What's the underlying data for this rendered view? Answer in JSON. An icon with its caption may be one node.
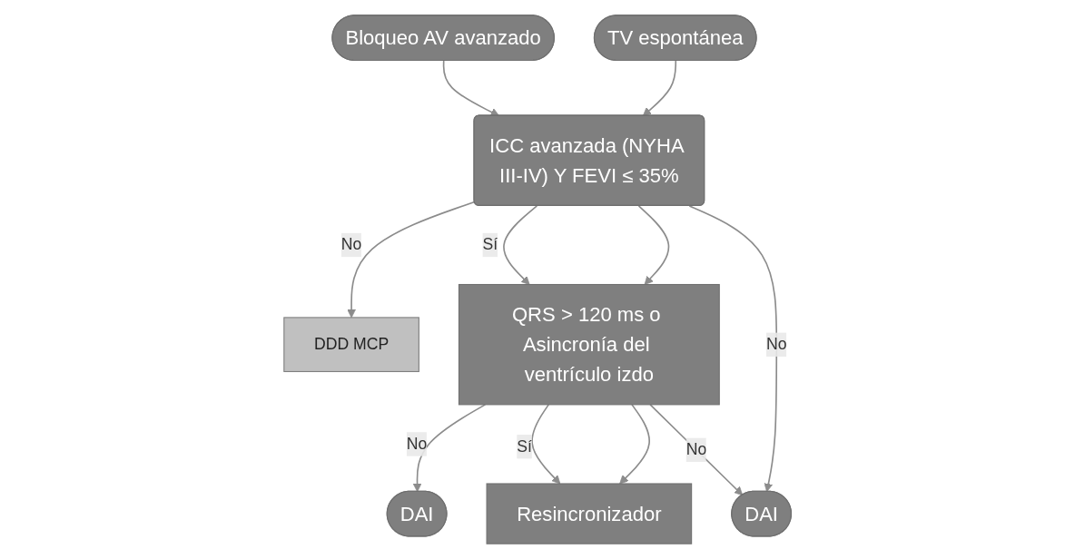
{
  "diagram": {
    "nodes": [
      {
        "text": [
          "Bloqueo AV avanzado"
        ]
      },
      {
        "text": [
          "TV espontánea"
        ]
      },
      {
        "text": [
          "ICC avanzada (NYHA III-IV) Y FEVI ≤ 35%"
        ]
      },
      {
        "text": [
          "QRS > 120 ms o Asincronía del ventrículo izdo"
        ]
      },
      {
        "text": [
          "DDD MCP"
        ]
      },
      {
        "text": [
          "DAI"
        ]
      },
      {
        "text": [
          "Resincronizador"
        ]
      },
      {
        "text": [
          "DAI"
        ]
      }
    ],
    "edges": [
      {
        "from": 0,
        "to": 2,
        "arrow": "to"
      },
      {
        "from": 1,
        "to": 2,
        "arrow": "to"
      },
      {
        "from": 2,
        "to": 4,
        "arrow": "to",
        "label": "No"
      },
      {
        "from": 2,
        "to": 3,
        "arrow": "to",
        "label": "Sí"
      },
      {
        "from": 2,
        "to": 3,
        "arrow": "to"
      },
      {
        "from": 2,
        "to": 7,
        "arrow": "to",
        "label": "No"
      },
      {
        "from": 3,
        "to": 5,
        "arrow": "to",
        "label": "No"
      },
      {
        "from": 3,
        "to": 6,
        "arrow": "to",
        "label": "Sí"
      },
      {
        "from": 3,
        "to": 6,
        "arrow": "to"
      },
      {
        "from": 3,
        "to": 7,
        "arrow": "to",
        "label": "No"
      }
    ]
  }
}
